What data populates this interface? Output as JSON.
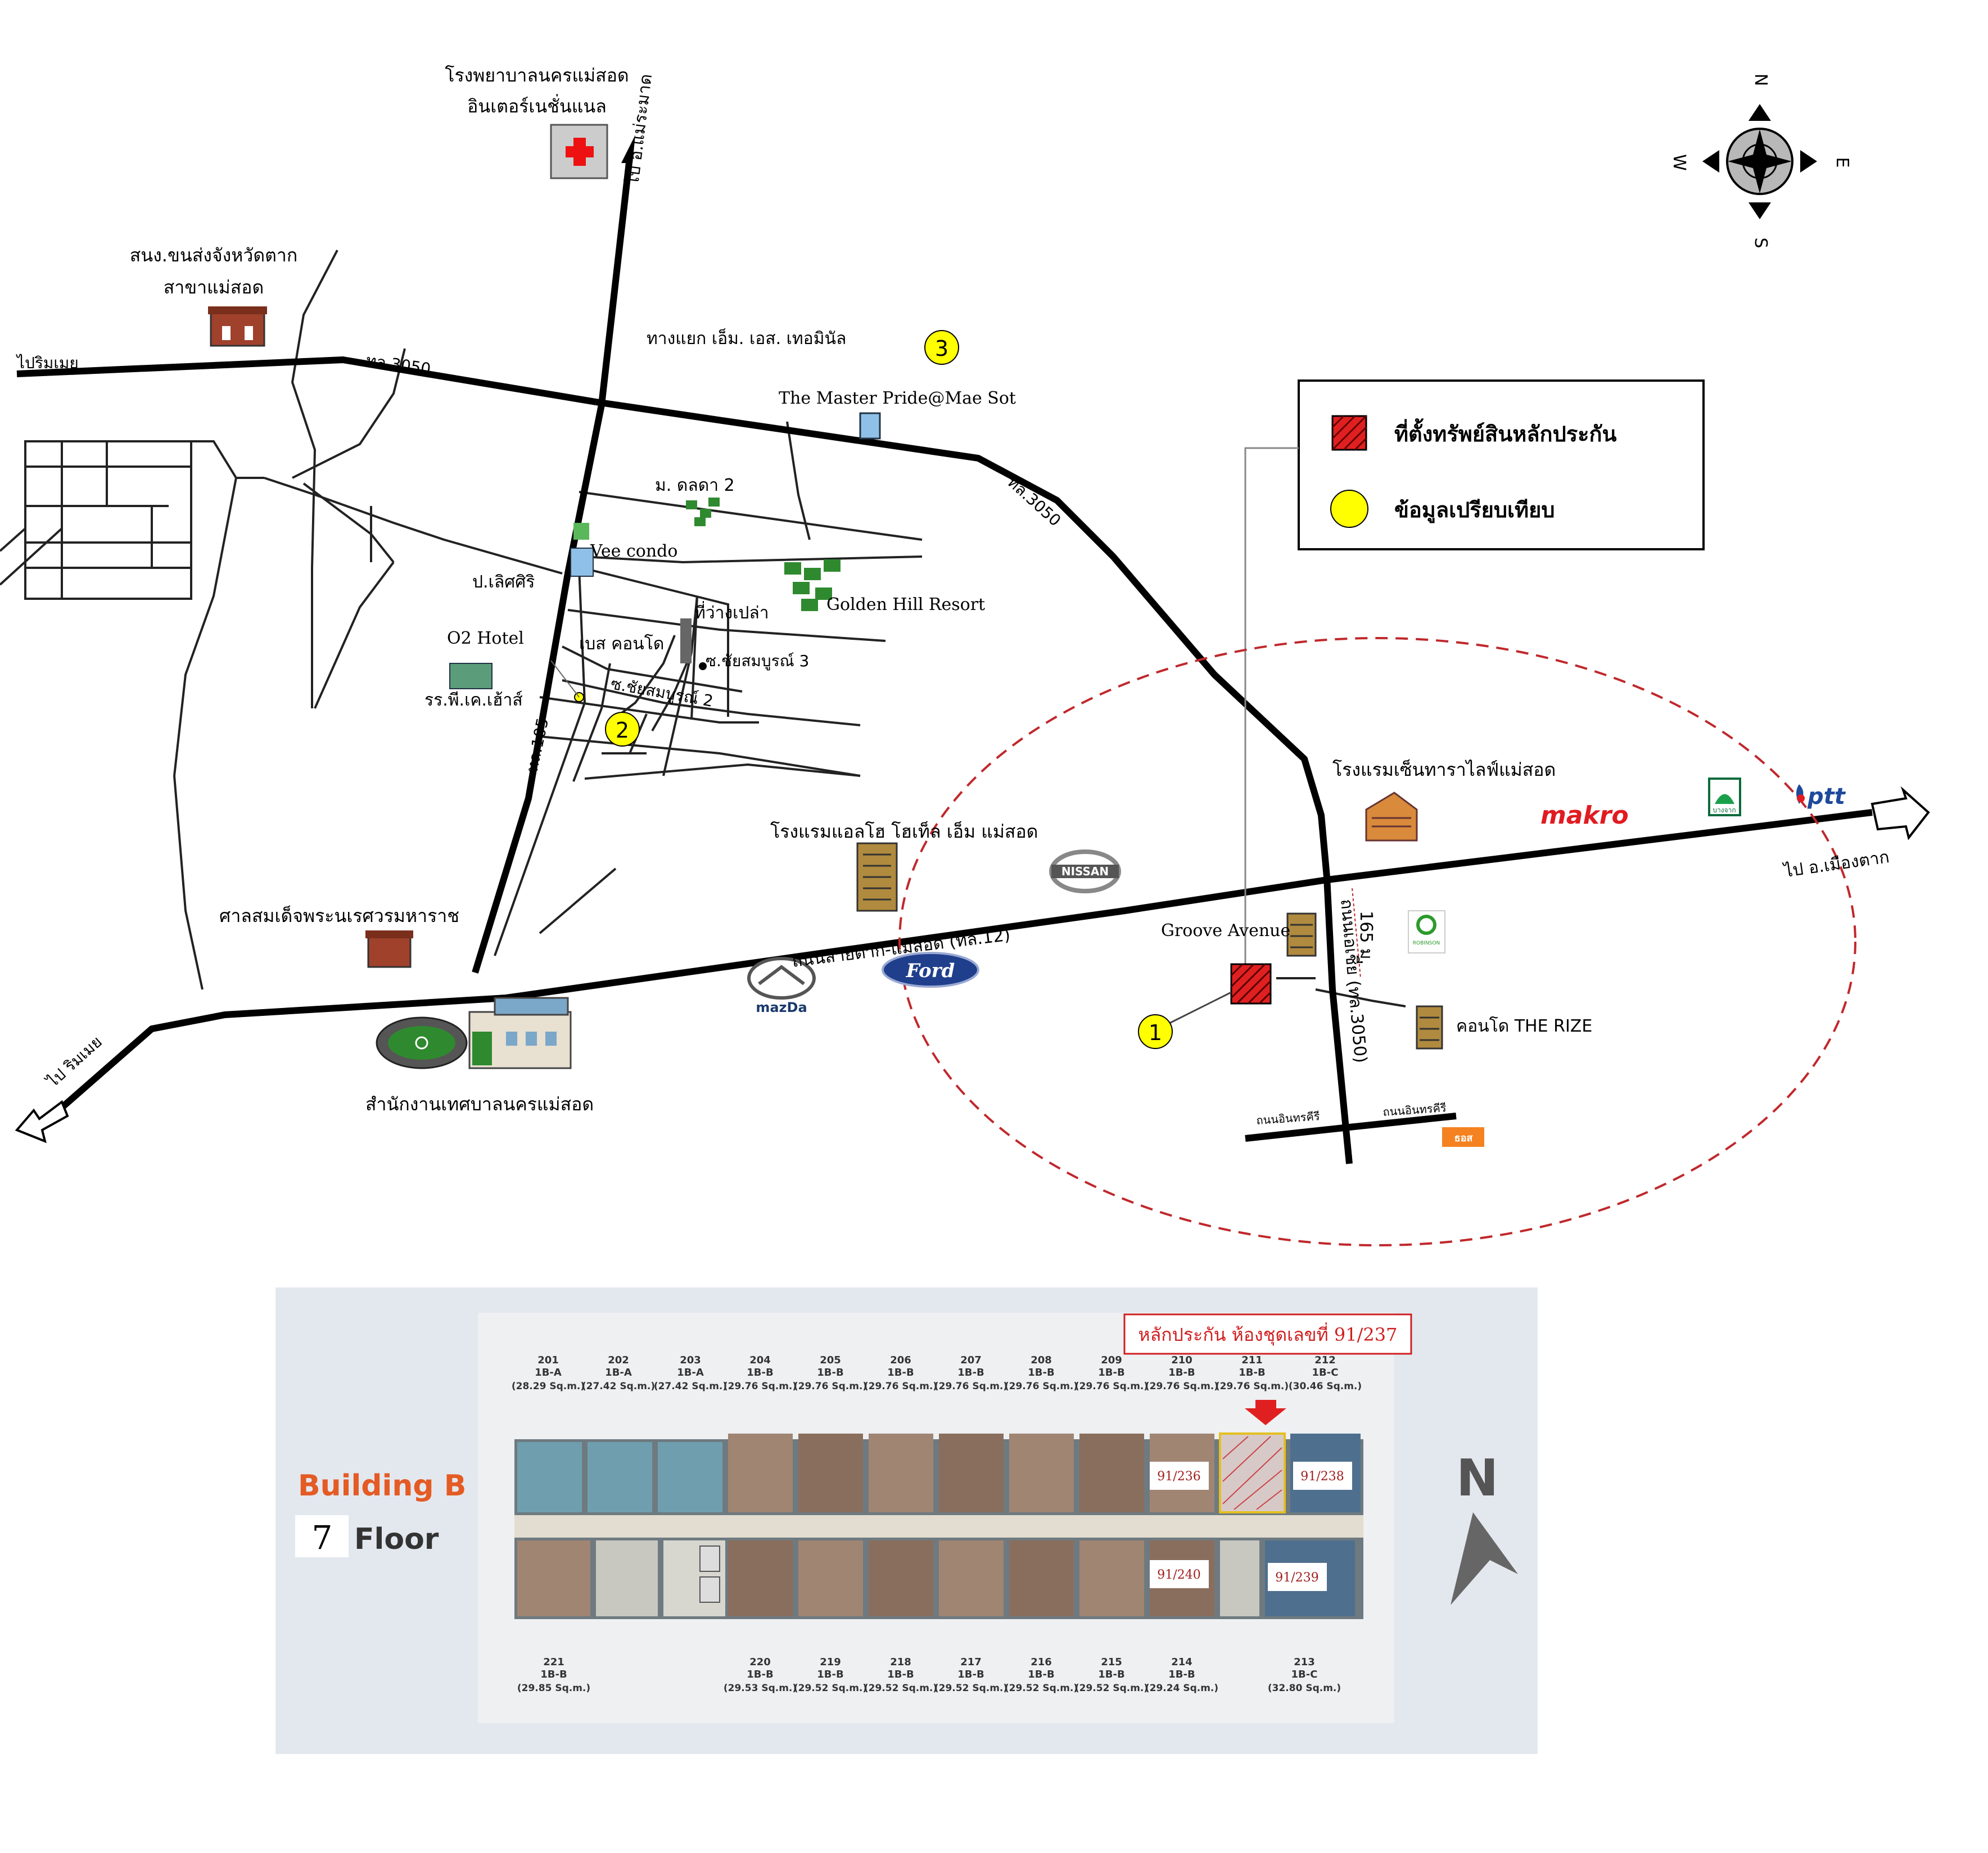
{
  "labels": {
    "hospital_1": "โรงพยาบาลนครแม่สอด",
    "hospital_2": "อินเตอร์เนชั่นแนล",
    "to_mae_ramat": "ไป อ.แม่ระมาด",
    "transport_1": "สนง.ขนส่งจังหวัดตาก",
    "transport_2": "สาขาแม่สอด",
    "to_rim_moei_top": "ไปริมเมย",
    "road_3050_top": "ทล.3050",
    "junction": "ทางแยก เอ็ม. เอส. เทอมินัล",
    "master_pride": "The Master Pride@Mae Sot",
    "road_3050_diag": "ทล.3050",
    "moo_dalada": "ม. ดลดา 2",
    "vee_condo": "Vee condo",
    "golden_hill": "Golden Hill Resort",
    "p_lertsiri": "ป.เลิศศิริ",
    "empty_land": "ที่ว่างเปล่า",
    "base_condo": "เบส คอนโด",
    "soi_chaisomboon3": "ซ.ชัยสมบูรณ์ 3",
    "o2_hotel": "O2 Hotel",
    "soi_chaisomboon2": "ซ.ชัยสมบูรณ์ 2",
    "pk_house": "รร.พี.เค.เฮ้าส์",
    "road_105": "ทล.105",
    "centara": "โรงแรมเซ็นทาราไลฟ์แม่สอด",
    "makro": "makro",
    "ptt": "ptt",
    "bangchak": "บางจาก",
    "to_mueang_tak": "ไป อ.เมืองตาก",
    "nissan": "NISSAN",
    "hello_hotel": "โรงแรมแอลโฮ โฮเท็ล เอ็ม แม่สอด",
    "shrine": "ศาลสมเด็จพระนเรศวรมหาราช",
    "main_road": "ถนนสายตาก-แม่สอด (ทล.12)",
    "groove_avenue": "Groove Avenue",
    "distance": "165 ม.",
    "asia_road": "ถนนเอเชีย (ทล.3050)",
    "the_rize": "คอนโด THE RIZE",
    "mazda": "mazDa",
    "ford": "Ford",
    "to_rim_moei_bottom": "ไป ริมเมย",
    "municipal": "สำนักงานเทศบาลนครแม่สอด",
    "inthrakhiri_left": "ถนนอินทรคีรี",
    "inthrakhiri_right": "ถนนอินทรคีรี",
    "tops": "ธอส",
    "robinson": "ROBINSON",
    "marker_1": "1",
    "marker_2": "2",
    "marker_3": "3"
  },
  "compass": {
    "n": "N",
    "e": "E",
    "s": "S",
    "w": "W"
  },
  "legend": {
    "collateral": "ที่ตั้งทรัพย์สินหลักประกัน",
    "comparables": "ข้อมูลเปรียบเทียบ"
  },
  "colors": {
    "collateral_red": "#e02020",
    "marker_yellow": "#ffff00",
    "circle_red": "#c0282c"
  },
  "floorplan": {
    "building": "Building B",
    "floor_number": "7",
    "floor_word": "Floor",
    "collateral_note": "หลักประกัน ห้องชุดเลขที่ 91/237",
    "north": "N",
    "top_units": [
      {
        "no": "201",
        "type": "1B-A",
        "area": "(28.29 Sq.m.)"
      },
      {
        "no": "202",
        "type": "1B-A",
        "area": "(27.42 Sq.m.)"
      },
      {
        "no": "203",
        "type": "1B-A",
        "area": "(27.42 Sq.m.)"
      },
      {
        "no": "204",
        "type": "1B-B",
        "area": "(29.76 Sq.m.)"
      },
      {
        "no": "205",
        "type": "1B-B",
        "area": "(29.76 Sq.m.)"
      },
      {
        "no": "206",
        "type": "1B-B",
        "area": "(29.76 Sq.m.)"
      },
      {
        "no": "207",
        "type": "1B-B",
        "area": "(29.76 Sq.m.)"
      },
      {
        "no": "208",
        "type": "1B-B",
        "area": "(29.76 Sq.m.)"
      },
      {
        "no": "209",
        "type": "1B-B",
        "area": "(29.76 Sq.m.)"
      },
      {
        "no": "210",
        "type": "1B-B",
        "area": "(29.76 Sq.m.)"
      },
      {
        "no": "211",
        "type": "1B-B",
        "area": "(29.76 Sq.m.)"
      },
      {
        "no": "212",
        "type": "1B-C",
        "area": "(30.46 Sq.m.)"
      }
    ],
    "bottom_units": [
      {
        "no": "221",
        "type": "1B-B",
        "area": "(29.85 Sq.m.)"
      },
      {
        "no": "220",
        "type": "1B-B",
        "area": "(29.53 Sq.m.)"
      },
      {
        "no": "219",
        "type": "1B-B",
        "area": "(29.52 Sq.m.)"
      },
      {
        "no": "218",
        "type": "1B-B",
        "area": "(29.52 Sq.m.)"
      },
      {
        "no": "217",
        "type": "1B-B",
        "area": "(29.52 Sq.m.)"
      },
      {
        "no": "216",
        "type": "1B-B",
        "area": "(29.52 Sq.m.)"
      },
      {
        "no": "215",
        "type": "1B-B",
        "area": "(29.52 Sq.m.)"
      },
      {
        "no": "214",
        "type": "1B-B",
        "area": "(29.24 Sq.m.)"
      },
      {
        "no": "213",
        "type": "1B-C",
        "area": "(32.80 Sq.m.)"
      }
    ],
    "room_labels": {
      "r236": "91/236",
      "r238": "91/238",
      "r240": "91/240",
      "r239": "91/239"
    }
  }
}
